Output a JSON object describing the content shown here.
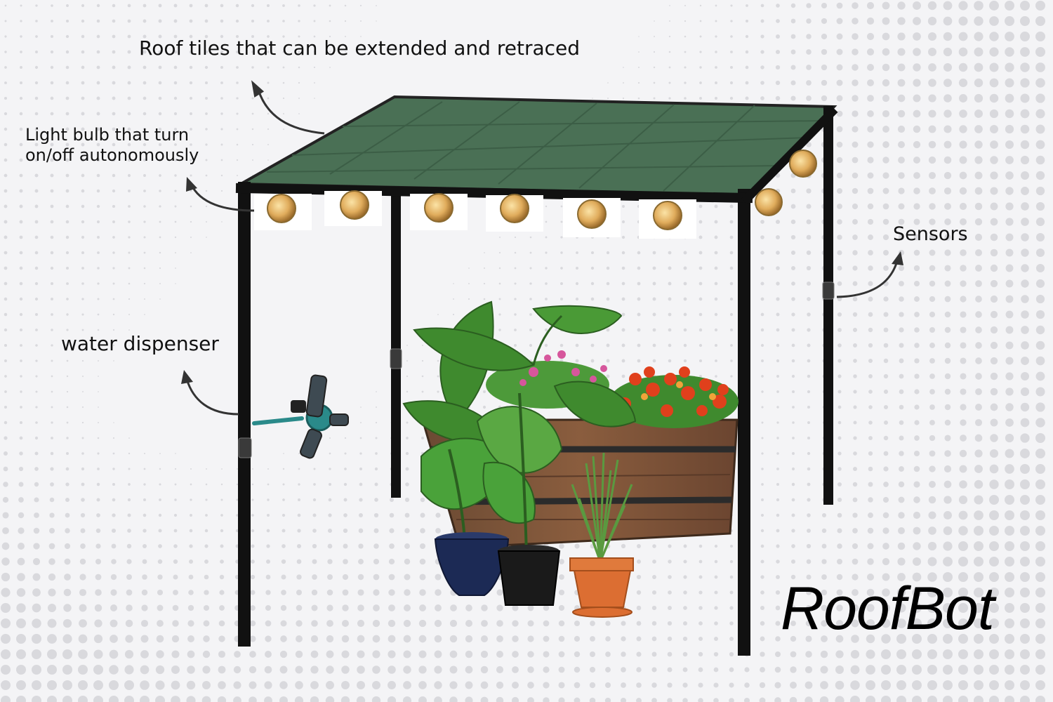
{
  "title": "RoofBot",
  "labels": {
    "roof_tiles": "Roof tiles that can be extended and retraced",
    "light_bulb": "Light bulb that turn on/off autonomously",
    "sensors": "Sensors",
    "water_dispenser": "water dispenser"
  },
  "colors": {
    "roof": "#4a7055",
    "frame": "#111111",
    "bulb": "#e0ac5c",
    "planter_wood": "#7a4e32",
    "leaf": "#3f8a2e",
    "flowers": "#e0401c",
    "pot_blue": "#1c2a55",
    "pot_black": "#1a1a1a",
    "pot_terracotta": "#dc6e32",
    "sprinkler": "#2a8a8a"
  },
  "icons": [
    "arrow-icon",
    "light-bulb-icon",
    "sensor-icon",
    "sprinkler-icon"
  ]
}
